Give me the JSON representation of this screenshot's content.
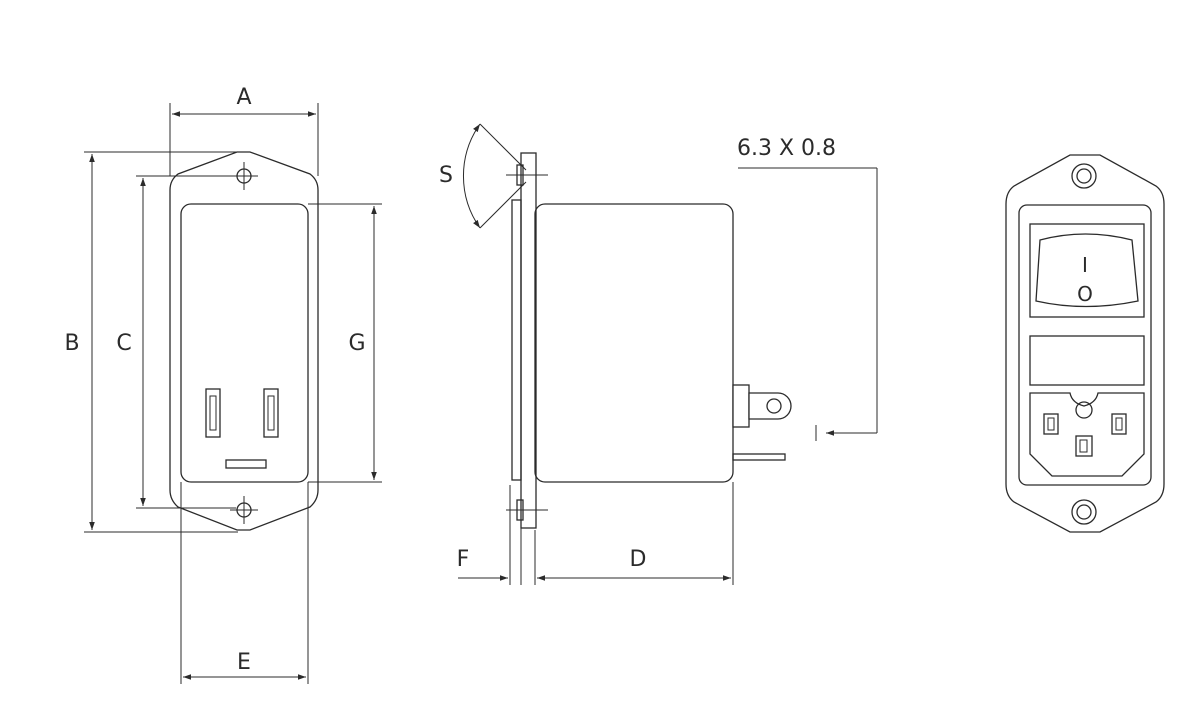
{
  "dimension_labels": {
    "a": "A",
    "b": "B",
    "c": "C",
    "d": "D",
    "e": "E",
    "f": "F",
    "g": "G",
    "s": "S"
  },
  "terminal_size": "6.3 X 0.8",
  "switch_symbols": {
    "on": "I",
    "off": "O"
  }
}
